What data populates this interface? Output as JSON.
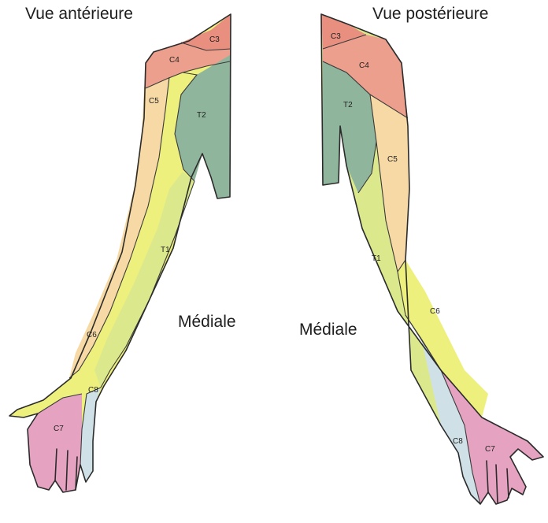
{
  "titles": {
    "anterior": "Vue antérieure",
    "posterior": "Vue postérieure"
  },
  "medial": {
    "left": "Médiale",
    "right": "Médiale"
  },
  "colors": {
    "C3": "#e88f80",
    "C4": "#ec9f8c",
    "C5": "#f6d9a4",
    "C6": "#eef07e",
    "C7": "#e6a3c1",
    "C8": "#cfe1e6",
    "T1": "#dbe98c",
    "T2": "#8fb59c"
  },
  "anterior_segments": {
    "C3": "C3",
    "C4": "C4",
    "C5": "C5",
    "T2": "T2",
    "T1": "T1",
    "C6": "C6",
    "C8": "C8",
    "C7": "C7"
  },
  "posterior_segments": {
    "C3": "C3",
    "C4": "C4",
    "T2": "T2",
    "C5": "C5",
    "T1": "T1",
    "C6": "C6",
    "C8": "C8",
    "C7": "C7"
  }
}
